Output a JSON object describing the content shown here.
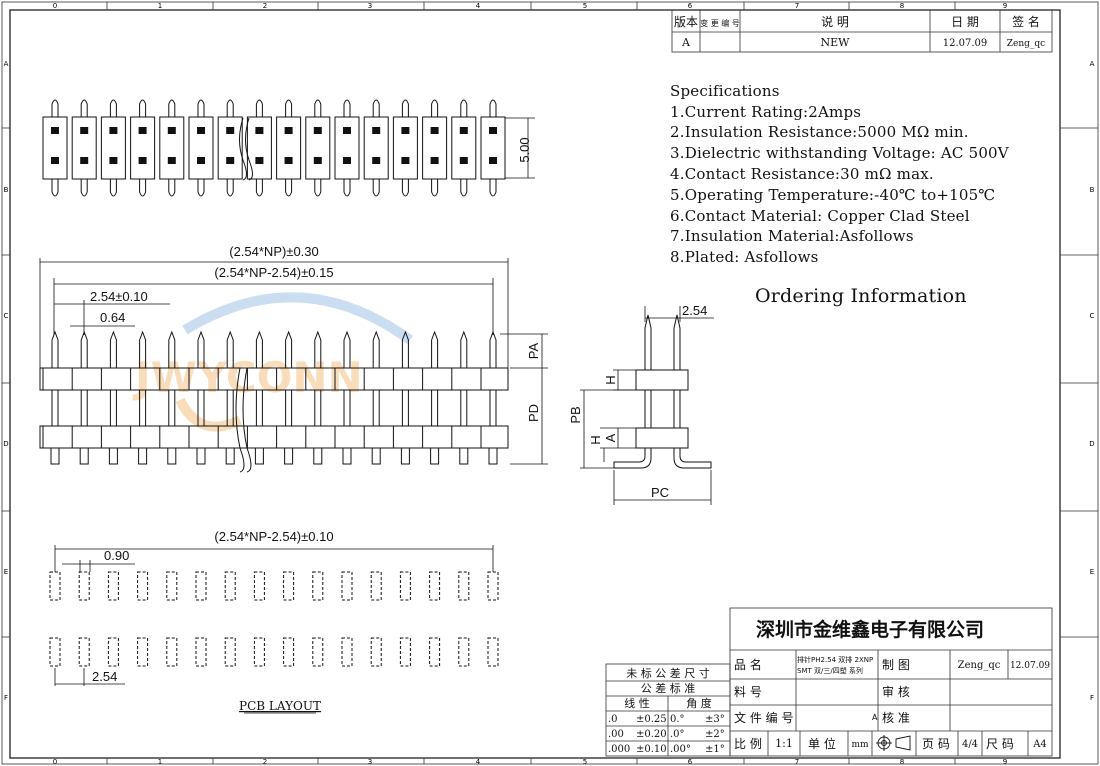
{
  "revision_table": {
    "headers": [
      "版本",
      "变 更 编 号",
      "说          明",
      "日 期",
      "签 名"
    ],
    "row": [
      "A",
      "",
      "NEW",
      "12.07.09",
      "Zeng_qc"
    ]
  },
  "specs": {
    "title": "Specifications",
    "items": [
      "1.Current Rating:2Amps",
      "2.Insulation Resistance:5000 MΩ min.",
      "3.Dielectric withstanding Voltage: AC 500V",
      "4.Contact Resistance:30 mΩ max.",
      "5.Operating Temperature:-40℃ to+105℃",
      "6.Contact Material: Copper Clad Steel",
      "7.Insulation Material:Asfollows",
      "8.Plated: Asfollows"
    ],
    "ordering": "Ordering Information"
  },
  "dimensions": {
    "top_height": "5.00",
    "overall": "(2.54*NP)±0.30",
    "pin_span": "(2.54*NP-2.54)±0.15",
    "pitch": "2.54±0.10",
    "pin_width": "0.64",
    "pa": "PA",
    "pd": "PD",
    "side_pitch": "2.54",
    "h_top": "H",
    "a_label": "A",
    "pb": "PB",
    "h_bottom": "H",
    "pc": "PC",
    "pcb_span": "(2.54*NP-2.54)±0.10",
    "pad_width": "0.90",
    "pcb_pitch": "2.54",
    "pcb_layout": "PCB LAYOUT"
  },
  "border": {
    "cols": [
      "0",
      "1",
      "2",
      "3",
      "4",
      "5",
      "6",
      "7",
      "8",
      "9"
    ],
    "rows": [
      "A",
      "B",
      "C",
      "D",
      "E",
      "F"
    ]
  },
  "watermark": "JWYCONN",
  "company": "深圳市金维鑫电子有限公司",
  "tolerance": {
    "title1": "未 标 公 差 尺 寸",
    "title2": "公 差 标 准",
    "col1": "线 性",
    "col2": "角 度",
    "rows": [
      [
        ".0",
        "±0.25",
        "0.°",
        "±3°"
      ],
      [
        ".00",
        "±0.20",
        ".0°",
        "±2°"
      ],
      [
        ".000",
        "±0.10",
        ".00°",
        "±1°"
      ]
    ]
  },
  "title_block": {
    "product_label": "品      名",
    "product_value_1": "排针PH2.54 双排 2XNP",
    "product_value_2": "SMT 双/三/四塑 系列",
    "draw_label": "制      图",
    "draw_value": "Zeng_qc",
    "draw_date": "12.07.09",
    "material_label": "料      号",
    "audit_label": "审      核",
    "doc_label": "文 件 编 号",
    "doc_mark": "A",
    "approve_label": "核      准",
    "scale_label": "比  例",
    "scale_value": "1:1",
    "unit_label": "单  位",
    "unit_value": "mm",
    "page_label": "页  码",
    "page_value": "4/4",
    "size_label": "尺  码",
    "size_value": "A4"
  }
}
